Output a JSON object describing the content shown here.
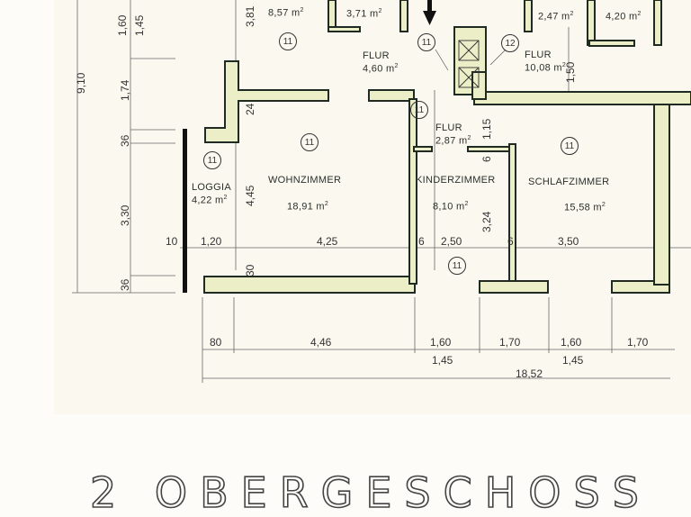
{
  "title": "2  OBERGESCHOSS",
  "colors": {
    "wall_fill": "#eceec8",
    "wall_stroke": "#1f2a22",
    "background": "#fdfcf8",
    "dimension_line": "#555555"
  },
  "rooms": [
    {
      "name": "",
      "area": "8,57 m",
      "marker": "11"
    },
    {
      "name": "",
      "area": "3,71 m",
      "marker": ""
    },
    {
      "name": "FLUR",
      "area": "4,60 m",
      "marker": "11"
    },
    {
      "name": "FLUR",
      "area": "10,08 m",
      "marker": "12"
    },
    {
      "name": "",
      "area": "2,47 m",
      "marker": ""
    },
    {
      "name": "",
      "area": "4,20 m",
      "marker": ""
    },
    {
      "name": "LOGGIA",
      "area": "4,22 m",
      "marker": "11"
    },
    {
      "name": "WOHNZIMMER",
      "area": "18,91 m",
      "marker": "11"
    },
    {
      "name": "FLUR",
      "area": "2,87 m",
      "marker": "11"
    },
    {
      "name": "KINDERZIMMER",
      "area": "8,10 m",
      "marker": "11"
    },
    {
      "name": "SCHLAFZIMMER",
      "area": "15,58 m",
      "marker": "11"
    }
  ],
  "area_unit_sup": "2",
  "extra_markers": [
    "11"
  ],
  "dimensions": {
    "left_vertical": [
      "9,10",
      "1,60",
      "1,45",
      "1,74",
      "36",
      "3,30",
      "36"
    ],
    "inner_vertical": [
      "3,81",
      "24",
      "4,45",
      "30",
      "1,15",
      "6",
      "3,24",
      "1,50"
    ],
    "horizontal_inner": [
      "10",
      "1,20",
      "4,25",
      "6",
      "2,50",
      "6",
      "3,50"
    ],
    "horizontal_bottom_row1": [
      "80",
      "4,46",
      "1,60",
      "1,70",
      "1,60",
      "1,70"
    ],
    "horizontal_bottom_row2": [
      "1,45",
      "1,45"
    ],
    "total": "18,52"
  }
}
